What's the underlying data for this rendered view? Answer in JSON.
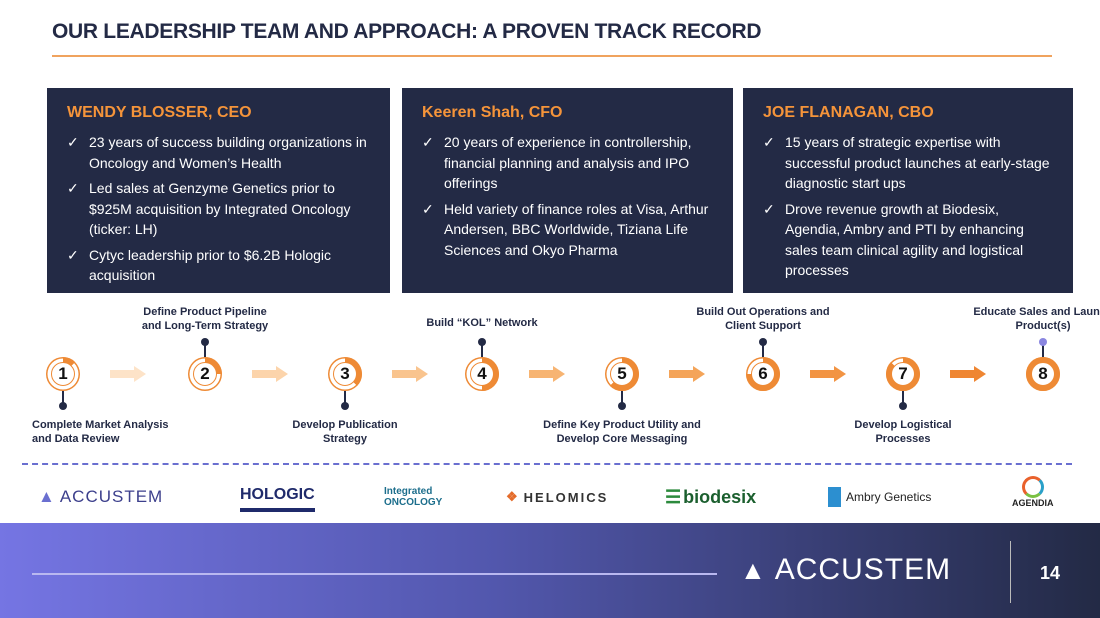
{
  "title": "OUR LEADERSHIP TEAM AND APPROACH: A PROVEN TRACK RECORD",
  "leaders": [
    {
      "name": "WENDY BLOSSER, CEO",
      "points": [
        "23 years of success building organizations in Oncology and Women’s Health",
        "Led sales at Genzyme Genetics prior to $925M acquisition by Integrated Oncology (ticker: LH)",
        "Cytyc leadership prior to $6.2B Hologic acquisition"
      ]
    },
    {
      "name": "Keeren Shah, CFO",
      "points": [
        "20 years of experience in controllership, financial planning and analysis and IPO offerings",
        "Held variety of finance roles at Visa, Arthur Andersen, BBC Worldwide, Tiziana Life Sciences and Okyo Pharma"
      ]
    },
    {
      "name": "JOE FLANAGAN, CBO",
      "points": [
        "15 years of strategic expertise with successful product launches at early-stage diagnostic start ups",
        "Drove revenue growth at Biodesix, Agendia, Ambry and  PTI by enhancing sales team clinical agility and logistical processes"
      ]
    }
  ],
  "steps": [
    {
      "num": "1",
      "label": "Complete Market Analysis and Data Review",
      "progress": 0.125
    },
    {
      "num": "2",
      "label": "Define Product Pipeline and Long-Term Strategy",
      "progress": 0.25
    },
    {
      "num": "3",
      "label": "Develop Publication Strategy",
      "progress": 0.375
    },
    {
      "num": "4",
      "label": "Build “KOL” Network",
      "progress": 0.5
    },
    {
      "num": "5",
      "label": "Define Key Product Utility and Develop Core Messaging",
      "progress": 0.625
    },
    {
      "num": "6",
      "label": "Build Out Operations and Client Support",
      "progress": 0.75
    },
    {
      "num": "7",
      "label": "Develop Logistical Processes",
      "progress": 0.875
    },
    {
      "num": "8",
      "label": "Educate Sales and Launch Product(s)",
      "progress": 1.0
    }
  ],
  "logos": [
    "ACCUSTEM",
    "HOLOGIC",
    "Integrated ONCOLOGY",
    "HELOMICS",
    "biodesix",
    "Ambry Genetics",
    "AGENDIA"
  ],
  "footer": {
    "brand": "ACCUSTEM",
    "page": "14"
  },
  "colors": {
    "navy": "#232a45",
    "orange": "#ee8a35"
  }
}
